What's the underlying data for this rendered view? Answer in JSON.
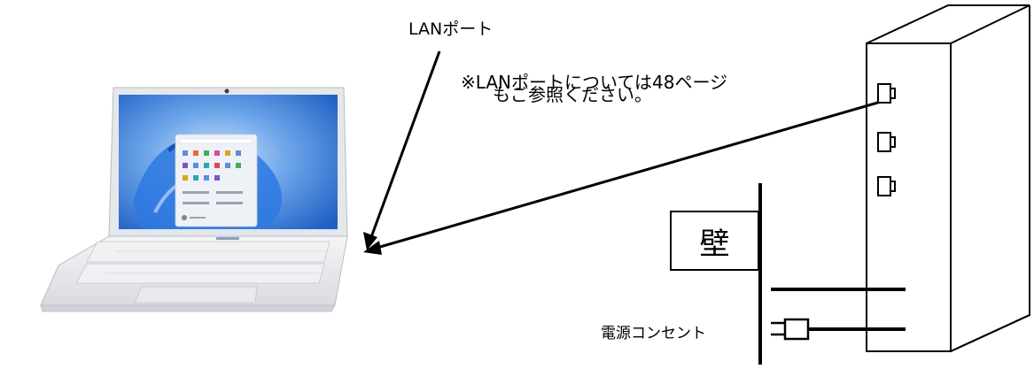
{
  "labels": {
    "lan_port": "LANポート",
    "note_line1": "※LANポートについては48ページ",
    "note_line2": "もご参照ください。",
    "wall": "壁",
    "power_outlet": "電源コンセント"
  },
  "colors": {
    "line": "#000000",
    "laptop_body": "#e9eaec",
    "screen_bezel": "#2a2c33",
    "wallpaper": "#1d6fd8",
    "background": "#ffffff"
  }
}
